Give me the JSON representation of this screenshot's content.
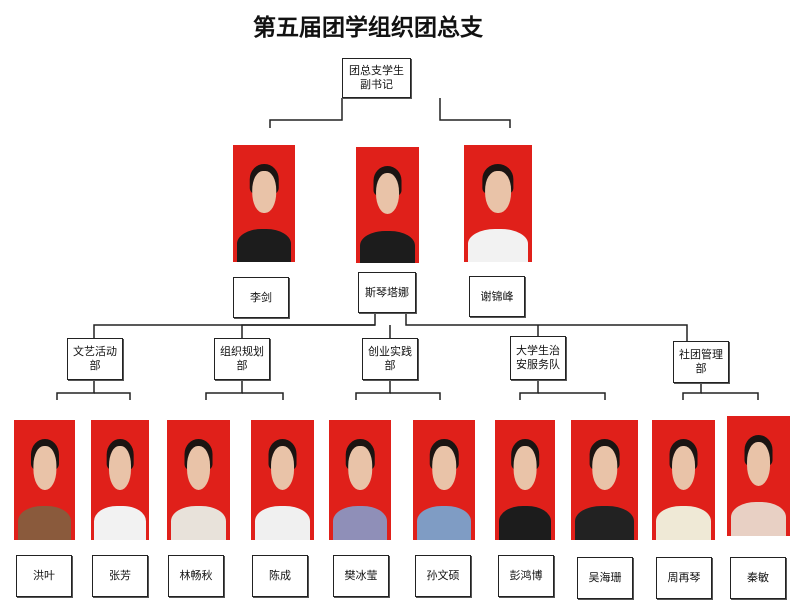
{
  "title": "第五届团学组织团总支",
  "top_role": "团总支学生副书记",
  "leaders": [
    {
      "name": "李剑",
      "shirt": "#1c1c1c"
    },
    {
      "name": "斯琴塔娜",
      "shirt": "#1c1c1c"
    },
    {
      "name": "谢锦峰",
      "shirt": "#f2f2f2"
    }
  ],
  "departments": [
    "文艺活动部",
    "组织规划部",
    "创业实践部",
    "大学生治安服务队",
    "社团管理部"
  ],
  "members": [
    {
      "name": "洪叶",
      "shirt": "#8a5a3c"
    },
    {
      "name": "张芳",
      "shirt": "#f2f2f2"
    },
    {
      "name": "林畅秋",
      "shirt": "#e8e2da"
    },
    {
      "name": "陈成",
      "shirt": "#f0f0f0"
    },
    {
      "name": "樊冰莹",
      "shirt": "#8f8fb8"
    },
    {
      "name": "孙文硕",
      "shirt": "#7f9cc4"
    },
    {
      "name": "彭鸿博",
      "shirt": "#1c1c1c"
    },
    {
      "name": "吴海珊",
      "shirt": "#222222"
    },
    {
      "name": "周再琴",
      "shirt": "#efe9d6"
    },
    {
      "name": "秦敏",
      "shirt": "#e8d0c4"
    }
  ]
}
